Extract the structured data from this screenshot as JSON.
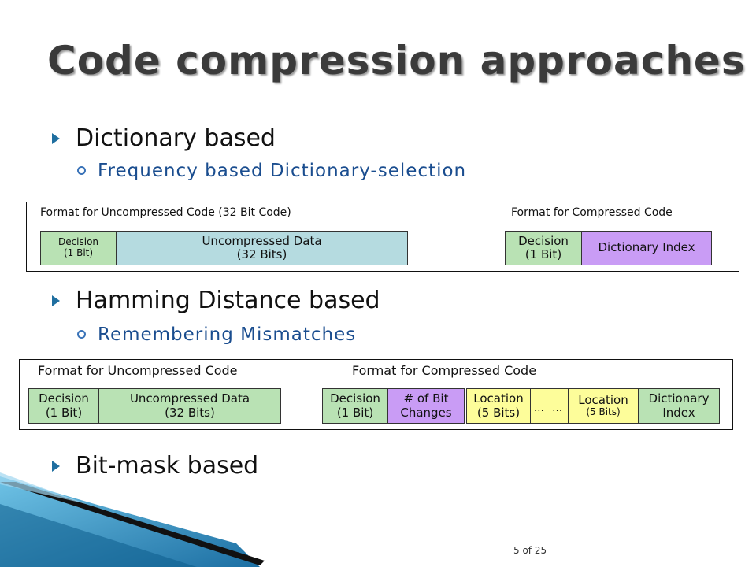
{
  "slide": {
    "title": "Code compression approaches",
    "page_number": "5 of 25"
  },
  "bullets": {
    "b1": "Dictionary based",
    "b1_sub": "Frequency based Dictionary-selection",
    "b2": "Hamming Distance based",
    "b2_sub": "Remembering Mismatches",
    "b3": "Bit-mask based"
  },
  "panel1": {
    "uncompressed_caption": "Format for Uncompressed Code (32 Bit Code)",
    "compressed_caption": "Format for Compressed Code",
    "u_decision_1": "Decision",
    "u_decision_2": "(1 Bit)",
    "u_data_1": "Uncompressed Data",
    "u_data_2": "(32 Bits)",
    "c_decision_1": "Decision",
    "c_decision_2": "(1 Bit)",
    "c_index": "Dictionary Index"
  },
  "panel2": {
    "uncompressed_caption": "Format for Uncompressed Code",
    "compressed_caption": "Format for Compressed Code",
    "u_decision_1": "Decision",
    "u_decision_2": "(1 Bit)",
    "u_data_1": "Uncompressed Data",
    "u_data_2": "(32 Bits)",
    "c_decision_1": "Decision",
    "c_decision_2": "(1 Bit)",
    "c_bitchanges_1": "# of Bit",
    "c_bitchanges_2": "Changes",
    "c_loc1_1": "Location",
    "c_loc1_2": "(5 Bits)",
    "c_dots_1": "…",
    "c_dots_2": "…",
    "c_loc2_1": "Location",
    "c_loc2_2": "(5 Bits)",
    "c_dict_1": "Dictionary",
    "c_dict_2": "Index"
  },
  "colors": {
    "green": "#b9e2b4",
    "blue": "#b5dbe0",
    "purple": "#c99cf5",
    "yellow": "#fdfd9a",
    "subtext": "#1a4d8f",
    "deco_blue": "#2a8fc4"
  }
}
